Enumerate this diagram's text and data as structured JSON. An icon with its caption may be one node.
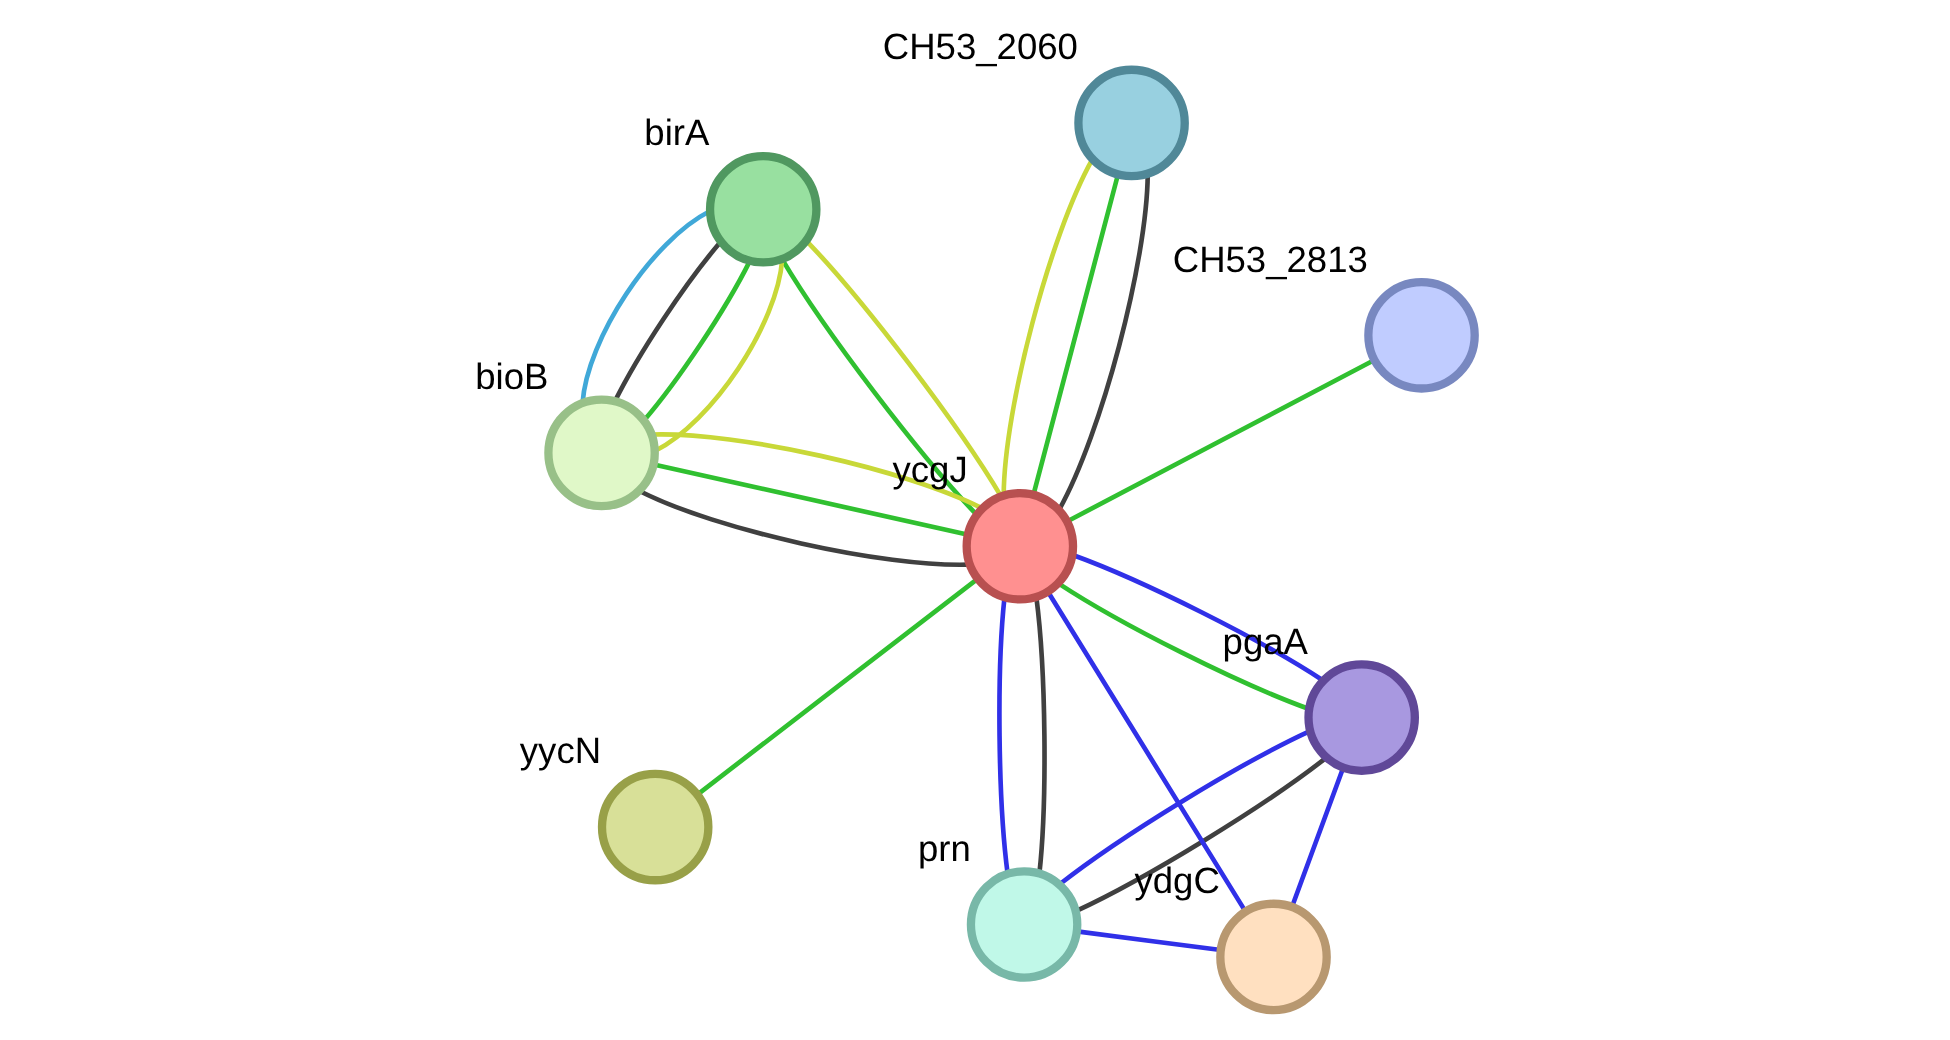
{
  "diagram": {
    "nodes": [
      {
        "text": [
          "prn"
        ]
      },
      {
        "text": [
          "pgaA"
        ]
      },
      {
        "text": [
          "ydgC"
        ]
      },
      {
        "text": [
          "birA"
        ]
      },
      {
        "text": [
          "ycgJ"
        ]
      },
      {
        "text": [
          "CH53_2060"
        ]
      },
      {
        "text": [
          "bioB"
        ]
      },
      {
        "text": [
          "CH53_2813"
        ]
      },
      {
        "text": [
          "yycN"
        ]
      }
    ],
    "edges": [
      {
        "from": 0,
        "to": 1,
        "arrow": "none",
        "color": "#3030e8"
      },
      {
        "from": 0,
        "to": 1,
        "arrow": "none",
        "color": "#404040"
      },
      {
        "from": 0,
        "to": 2,
        "arrow": "none",
        "color": "#3030e8"
      },
      {
        "from": 0,
        "to": 4,
        "arrow": "none",
        "color": "#3030e8"
      },
      {
        "from": 0,
        "to": 4,
        "arrow": "none",
        "color": "#404040"
      },
      {
        "from": 2,
        "to": 1,
        "arrow": "none",
        "color": "#3030e8"
      },
      {
        "from": 2,
        "to": 4,
        "arrow": "none",
        "color": "#3030e8"
      },
      {
        "from": 1,
        "to": 4,
        "arrow": "none",
        "color": "#30c030"
      },
      {
        "from": 1,
        "to": 4,
        "arrow": "none",
        "color": "#3030e8"
      },
      {
        "from": 3,
        "to": 4,
        "arrow": "none",
        "color": "#c8d838"
      },
      {
        "from": 3,
        "to": 4,
        "arrow": "none",
        "color": "#30c030"
      },
      {
        "from": 3,
        "to": 6,
        "arrow": "none",
        "color": "#c8d838"
      },
      {
        "from": 3,
        "to": 6,
        "arrow": "none",
        "color": "#40a8d8"
      },
      {
        "from": 3,
        "to": 6,
        "arrow": "none",
        "color": "#404040"
      },
      {
        "from": 3,
        "to": 6,
        "arrow": "none",
        "color": "#30c030"
      },
      {
        "from": 6,
        "to": 4,
        "arrow": "none",
        "color": "#c8d838"
      },
      {
        "from": 6,
        "to": 4,
        "arrow": "none",
        "color": "#404040"
      },
      {
        "from": 6,
        "to": 4,
        "arrow": "none",
        "color": "#30c030"
      },
      {
        "from": 4,
        "to": 5,
        "arrow": "none",
        "color": "#c8d838"
      },
      {
        "from": 4,
        "to": 5,
        "arrow": "none",
        "color": "#404040"
      },
      {
        "from": 4,
        "to": 5,
        "arrow": "none",
        "color": "#30c030"
      },
      {
        "from": 4,
        "to": 7,
        "arrow": "none",
        "color": "#30c030"
      },
      {
        "from": 4,
        "to": 8,
        "arrow": "none",
        "color": "#30c030"
      }
    ]
  }
}
